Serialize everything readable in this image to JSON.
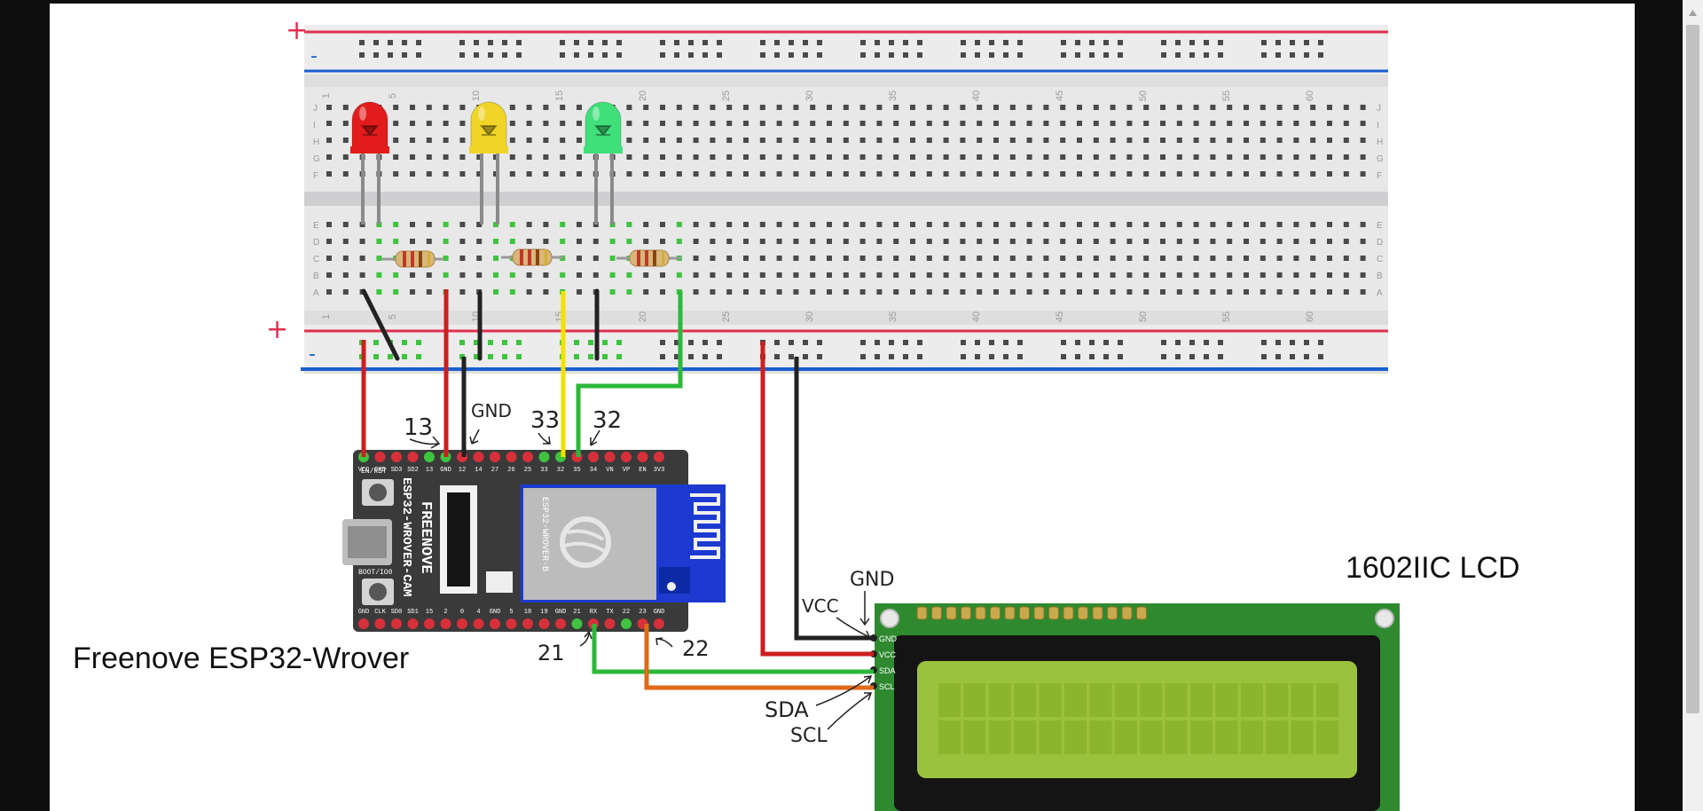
{
  "colors": {
    "background": "#ffffff",
    "frame": "#0f0f0f",
    "positive_rail": "#e03050",
    "negative_rail": "#1a5fd0",
    "wire_red": "#cc1f1f",
    "wire_black": "#222222",
    "wire_yellow": "#f2e200",
    "wire_green": "#2db83a",
    "wire_orange": "#e06a17",
    "lcd_board": "#2f8a2f",
    "lcd_screen": "#9bc23c",
    "esp32_board": "#3a3a3a",
    "esp32_module": "#1c3ad0"
  },
  "labels": {
    "esp32_title": "Freenove ESP32-Wrover",
    "lcd_title": "1602IIC LCD",
    "rail_plus": "+",
    "rail_minus": "-"
  },
  "breadboard": {
    "column_numbers": [
      "1",
      "5",
      "10",
      "15",
      "20",
      "25",
      "30",
      "35",
      "40",
      "45",
      "50",
      "55",
      "60"
    ],
    "row_letters_top": [
      "J",
      "I",
      "H",
      "G",
      "F"
    ],
    "row_letters_bottom": [
      "E",
      "D",
      "C",
      "B",
      "A"
    ]
  },
  "leds": [
    {
      "name": "red",
      "color": "#e21b1b"
    },
    {
      "name": "yellow",
      "color": "#f0d428"
    },
    {
      "name": "green",
      "color": "#3fe07a"
    }
  ],
  "annotations": {
    "pin13": "13",
    "gnd_top": "GND",
    "pin33": "33",
    "pin32": "32",
    "pin21": "21",
    "pin22": "22",
    "lcd_vcc": "VCC",
    "lcd_gnd": "GND",
    "lcd_sda": "SDA",
    "lcd_scl": "SCL"
  },
  "esp32": {
    "brand": "FREENOVE",
    "model": "ESP32-WROVER-CAM",
    "module_label": "ESP32-WROVER-B",
    "top_pins": [
      "VCC",
      "CMD",
      "SD3",
      "SD2",
      "13",
      "GND",
      "12",
      "14",
      "27",
      "26",
      "25",
      "33",
      "32",
      "35",
      "34",
      "VN",
      "VP",
      "EN",
      "3V3"
    ],
    "bottom_pins": [
      "GND",
      "CLK",
      "SD0",
      "SD1",
      "15",
      "2",
      "0",
      "4",
      "GND",
      "5",
      "18",
      "19",
      "GND",
      "21",
      "RX",
      "TX",
      "22",
      "23",
      "GND"
    ],
    "buttons": [
      "EN/RST",
      "BOOT/IO0"
    ]
  },
  "lcd": {
    "pin_labels": [
      "GND",
      "VCC",
      "SDA",
      "SCL"
    ]
  }
}
